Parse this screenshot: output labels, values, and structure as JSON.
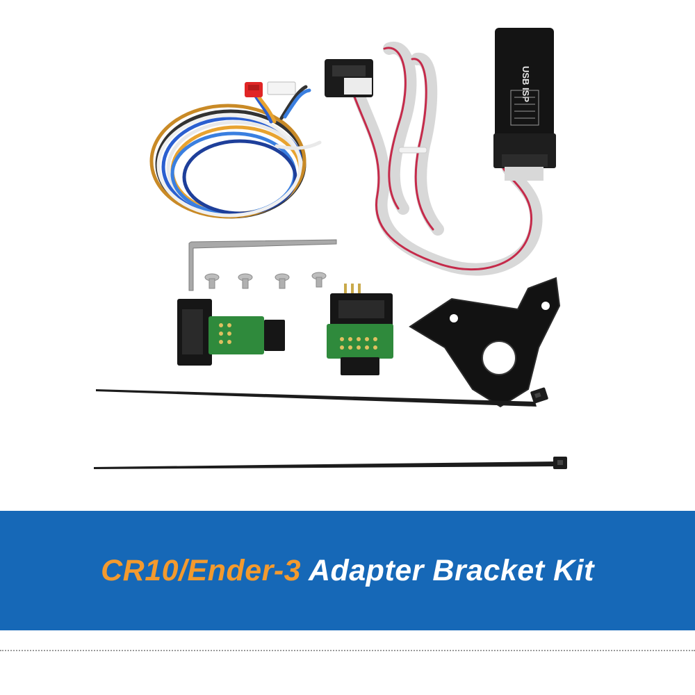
{
  "banner": {
    "accent_text": "CR10/Ender-3",
    "main_text": "Adapter Bracket Kit",
    "background_color": "#1668b7",
    "accent_color": "#f39a2e",
    "main_color": "#ffffff"
  },
  "device": {
    "logo_text": "USB ISP"
  },
  "photo": {
    "icons": [
      "cable-bundle-icon",
      "ribbon-cable-icon",
      "usb-isp-programmer-icon",
      "hex-key-icon",
      "screw-icon",
      "pcb-adapter-icon",
      "mounting-bracket-icon",
      "cable-tie-icon"
    ]
  }
}
